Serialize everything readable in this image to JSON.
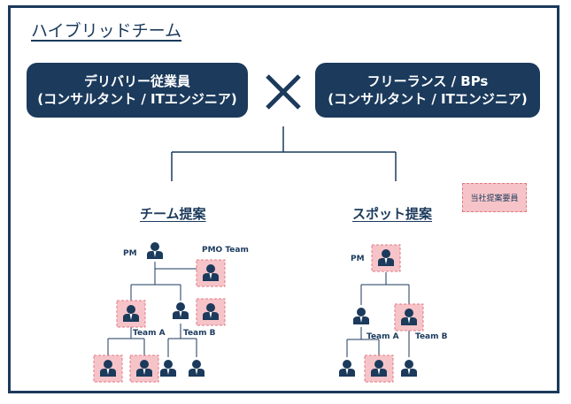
{
  "title": "ハイブリッドチーム",
  "left_box": {
    "line1": "デリバリー従業員",
    "line2": "(コンサルタント / ITエンジニア)"
  },
  "right_box": {
    "line1": "フリーランス / BPs",
    "line2": "(コンサルタント / ITエンジニア)"
  },
  "legend": "当社提案要員",
  "team_proposal": {
    "title": "チーム提案",
    "pm": "PM",
    "pmo": "PMO Team",
    "team_a": "Team A",
    "team_b": "Team B"
  },
  "spot_proposal": {
    "title": "スポット提案",
    "pm": "PM",
    "team_a": "Team A",
    "team_b": "Team B"
  },
  "colors": {
    "navy": "#1b3a5c",
    "highlight": "#f6c4c8",
    "highlight_border": "#e07a85"
  }
}
